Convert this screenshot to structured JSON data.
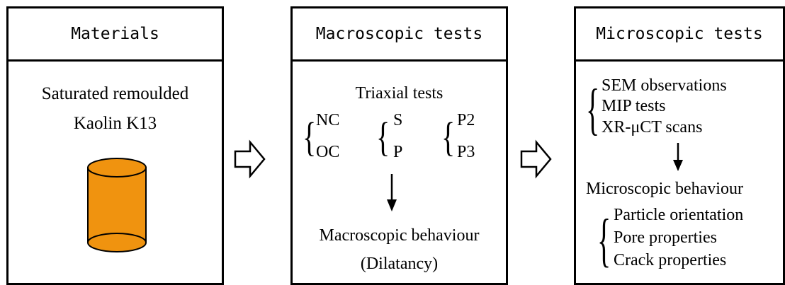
{
  "materials": {
    "header": "Materials",
    "line1": "Saturated remoulded",
    "line2": "Kaolin K13",
    "icon": "cylinder-icon",
    "icon_fill": "#F0930F"
  },
  "macroscopic": {
    "header": "Macroscopic tests",
    "subtitle": "Triaxial tests",
    "group1": [
      "NC",
      "OC"
    ],
    "group2": [
      "S",
      "P"
    ],
    "group3": [
      "P2",
      "P3"
    ],
    "result1": "Macroscopic behaviour",
    "result2": "(Dilatancy)"
  },
  "microscopic": {
    "header": "Microscopic tests",
    "methods": [
      "SEM observations",
      "MIP tests",
      "XR-μCT scans"
    ],
    "result": "Microscopic behaviour",
    "properties": [
      "Particle orientation",
      "Pore properties",
      "Crack properties"
    ]
  },
  "colors": {
    "stroke": "#000000",
    "background": "#FFFFFF"
  }
}
